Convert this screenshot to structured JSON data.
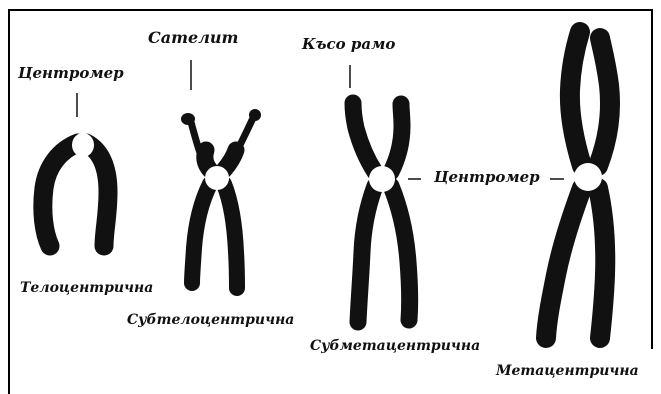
{
  "labels": {
    "centromere_1": "Центромер",
    "satellite": "Сателит",
    "short_arm": "Късо рамо",
    "centromere_2": "Центромер",
    "telocentric": "Телоцентрична",
    "subtelocentric": "Субтелоцентрична",
    "submetacentric": "Субметацентрична",
    "metacentric": "Метацентрична"
  },
  "colors": {
    "chromatid": "#111111",
    "centromere": "#ffffff",
    "line": "#111111",
    "background": "#ffffff"
  }
}
